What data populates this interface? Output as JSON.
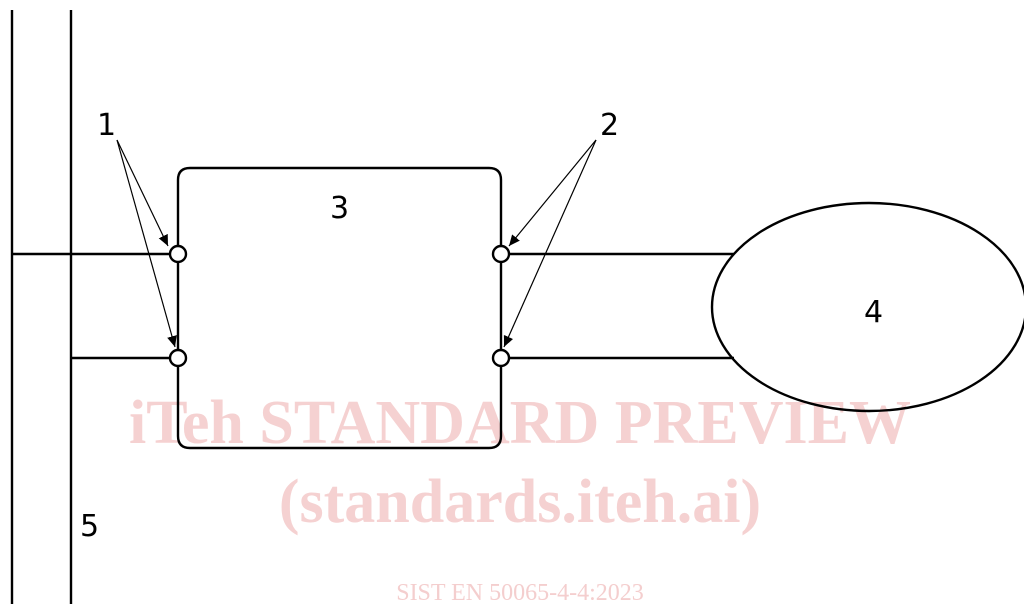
{
  "labels": {
    "terminal_left": "1",
    "terminal_right": "2",
    "device": "3",
    "load": "4",
    "bus": "5"
  },
  "watermark": {
    "line1": "iTeh STANDARD PREVIEW",
    "line2": "(standards.iteh.ai)",
    "line3": "SIST EN 50065-4-4:2023"
  }
}
